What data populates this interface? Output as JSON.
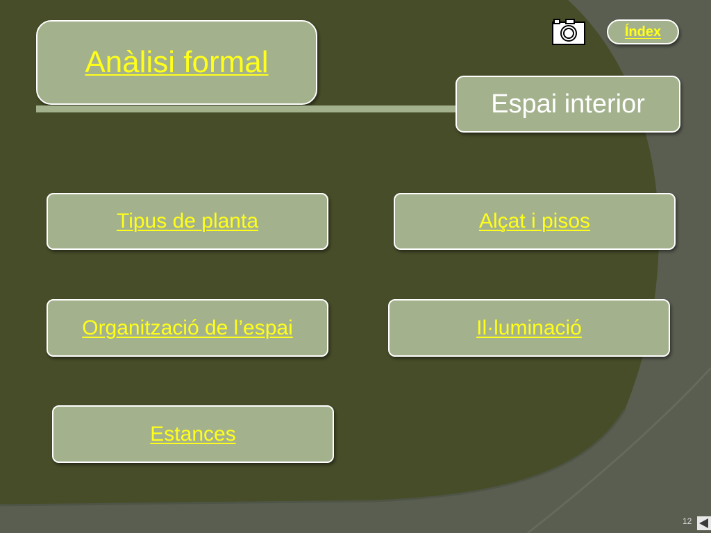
{
  "slide": {
    "title": "Anàlisi formal",
    "section": "Espai interior",
    "index_link": "Índex",
    "page_number": "12"
  },
  "nav_buttons": [
    {
      "label": "Tipus de planta"
    },
    {
      "label": "Alçat i pisos"
    },
    {
      "label": "Organització de l’espai"
    },
    {
      "label": "Il·luminació"
    },
    {
      "label": "Estances"
    }
  ],
  "icons": {
    "camera": "camera-icon",
    "back": "back-arrow-icon"
  },
  "colors": {
    "background_dark": "#464d28",
    "background_gray": "#5a5e51",
    "button_fill": "#a3b18d",
    "link_text": "#ffff1a",
    "section_text": "#ffffff"
  }
}
